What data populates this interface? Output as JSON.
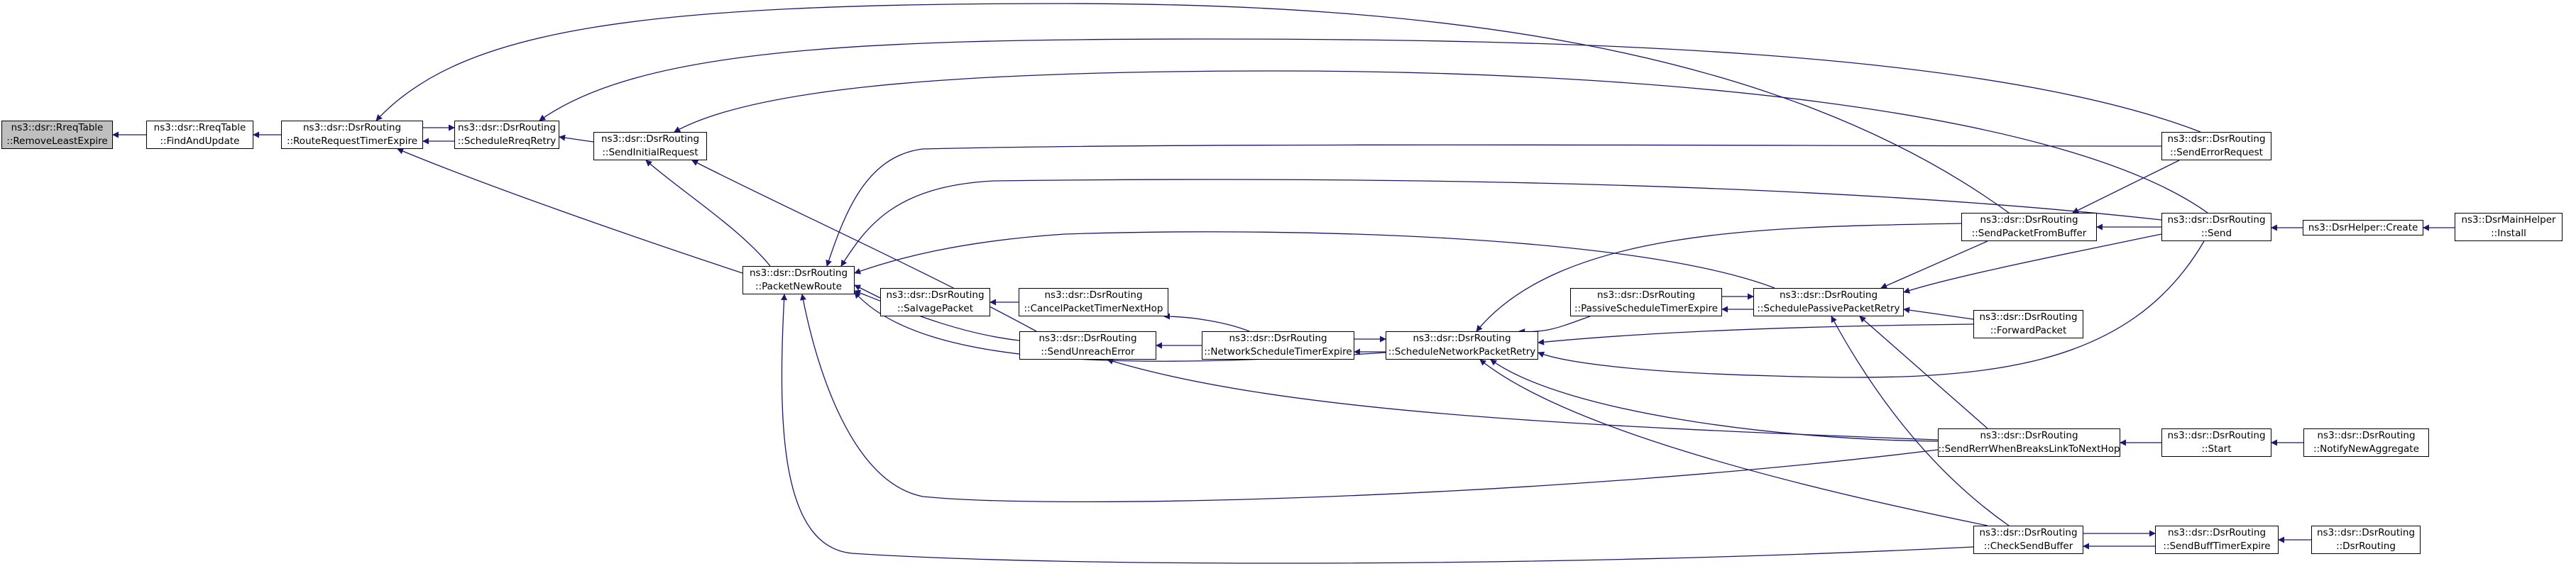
{
  "graph": {
    "nodes": {
      "removeleastexpire": {
        "line1": "ns3::dsr::RreqTable",
        "line2": "::RemoveLeastExpire",
        "current": true
      },
      "findandupdate": {
        "line1": "ns3::dsr::RreqTable",
        "line2": "::FindAndUpdate"
      },
      "routerequesttimerexpire": {
        "line1": "ns3::dsr::DsrRouting",
        "line2": "::RouteRequestTimerExpire"
      },
      "schedulerreqretry": {
        "line1": "ns3::dsr::DsrRouting",
        "line2": "::ScheduleRreqRetry"
      },
      "sendinitialrequest": {
        "line1": "ns3::dsr::DsrRouting",
        "line2": "::SendInitialRequest"
      },
      "packetnewroute": {
        "line1": "ns3::dsr::DsrRouting",
        "line2": "::PacketNewRoute"
      },
      "salvagepacket": {
        "line1": "ns3::dsr::DsrRouting",
        "line2": "::SalvagePacket"
      },
      "cancelpackettimernexthop": {
        "line1": "ns3::dsr::DsrRouting",
        "line2": "::CancelPacketTimerNextHop"
      },
      "sendunreacherror": {
        "line1": "ns3::dsr::DsrRouting",
        "line2": "::SendUnreachError"
      },
      "networkscheduletimerexpire": {
        "line1": "ns3::dsr::DsrRouting",
        "line2": "::NetworkScheduleTimerExpire"
      },
      "schedulenetworkpacketretry": {
        "line1": "ns3::dsr::DsrRouting",
        "line2": "::ScheduleNetworkPacketRetry"
      },
      "passivescheduletimerexpire": {
        "line1": "ns3::dsr::DsrRouting",
        "line2": "::PassiveScheduleTimerExpire"
      },
      "schedulepassivepacketretry": {
        "line1": "ns3::dsr::DsrRouting",
        "line2": "::SchedulePassivePacketRetry"
      },
      "sendpacketfrombuffer": {
        "line1": "ns3::dsr::DsrRouting",
        "line2": "::SendPacketFromBuffer"
      },
      "senderrorrequest": {
        "line1": "ns3::dsr::DsrRouting",
        "line2": "::SendErrorRequest"
      },
      "send": {
        "line1": "ns3::dsr::DsrRouting",
        "line2": "::Send"
      },
      "forwardpacket": {
        "line1": "ns3::dsr::DsrRouting",
        "line2": "::ForwardPacket"
      },
      "sendrerrwhenbreakslinktonexthop": {
        "line1": "ns3::dsr::DsrRouting",
        "line2": "::SendRerrWhenBreaksLinkToNextHop"
      },
      "checksendbuffer": {
        "line1": "ns3::dsr::DsrRouting",
        "line2": "::CheckSendBuffer"
      },
      "sendbufftimerexpire": {
        "line1": "ns3::dsr::DsrRouting",
        "line2": "::SendBuffTimerExpire"
      },
      "dsrrouting": {
        "line1": "ns3::dsr::DsrRouting",
        "line2": "::DsrRouting"
      },
      "start": {
        "line1": "ns3::dsr::DsrRouting",
        "line2": "::Start"
      },
      "notifynewaggregate": {
        "line1": "ns3::dsr::DsrRouting",
        "line2": "::NotifyNewAggregate"
      },
      "dsrhelpercreate": {
        "line1": "ns3::DsrHelper::Create",
        "line2": ""
      },
      "dsrmainhelperinstall": {
        "line1": "ns3::DsrMainHelper",
        "line2": "::Install"
      }
    },
    "colors": {
      "edge": "#191970",
      "node_border": "#000000",
      "current_fill": "#bfbfbf",
      "node_fill": "#ffffff"
    }
  }
}
